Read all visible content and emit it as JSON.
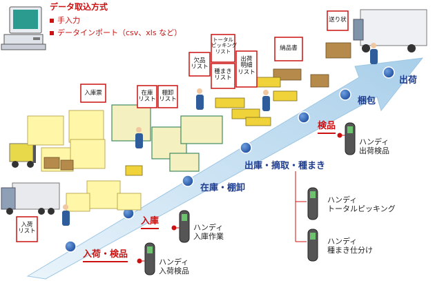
{
  "method": {
    "title": "データ取込方式",
    "items": [
      "手入力",
      "データインポート（csv、xls など）"
    ]
  },
  "stages": {
    "arrival_inspection": "入荷・検品",
    "receiving": "入庫",
    "stock_inventory": "在庫・棚卸",
    "picking": "出庫・摘取・種まき",
    "inspection": "検品",
    "packing": "梱包",
    "shipping": "出荷"
  },
  "handy": {
    "arrival": [
      "ハンディ",
      "入荷検品"
    ],
    "receiving": [
      "ハンディ",
      "入庫作業"
    ],
    "shipping_inspection": [
      "ハンディ",
      "出荷検品"
    ],
    "total_picking": [
      "ハンディ",
      "トータルピッキング"
    ],
    "sorting": [
      "ハンディ",
      "種まき仕分け"
    ]
  },
  "documents": {
    "arrival_list": [
      "入荷",
      "リスト"
    ],
    "receiving_slip": [
      "入庫票"
    ],
    "stock_list": [
      "在庫",
      "リスト"
    ],
    "inventory_list": [
      "棚卸",
      "リスト"
    ],
    "shortage_list": [
      "欠品",
      "リスト"
    ],
    "total_picking_list": [
      "トータル",
      "ピッキング",
      "リスト"
    ],
    "sorting_list": [
      "種まき",
      "リスト"
    ],
    "shipping_detail_list": [
      "出荷",
      "明細",
      "リスト"
    ],
    "delivery_note": [
      "納品書"
    ],
    "shipping_slip": [
      "送り状"
    ]
  },
  "colors": {
    "flow_arrow": "#bcd9ee",
    "stage_dot": "#1f54a8",
    "accent_red": "#cc1111",
    "stage_blue": "#1f3d8f"
  }
}
